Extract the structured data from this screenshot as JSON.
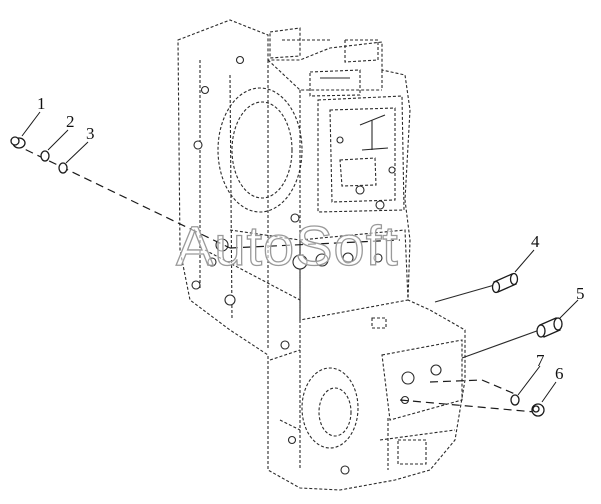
{
  "watermark": {
    "text": "AutoSoft"
  },
  "callouts": [
    {
      "id": "1",
      "label": "1"
    },
    {
      "id": "2",
      "label": "2"
    },
    {
      "id": "3",
      "label": "3"
    },
    {
      "id": "4",
      "label": "4"
    },
    {
      "id": "5",
      "label": "5"
    },
    {
      "id": "6",
      "label": "6"
    },
    {
      "id": "7",
      "label": "7"
    }
  ],
  "colors": {
    "line": "#1a1a1a",
    "watermark_outline": "#9a9a9a",
    "background": "#ffffff"
  }
}
